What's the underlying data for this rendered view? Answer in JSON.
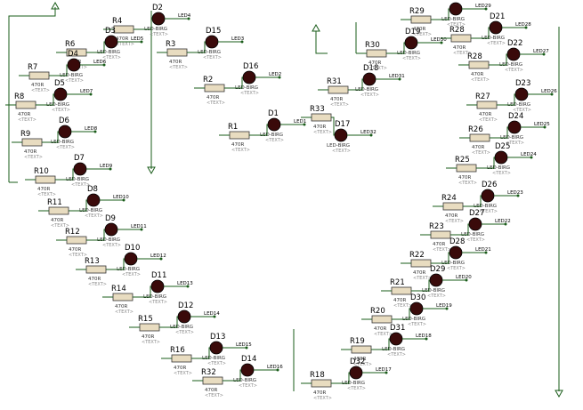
{
  "placeholder_text": "<TEXT>",
  "resistor_value": "470R",
  "led_model": "LED-BIRG",
  "components": [
    {
      "r": "R4",
      "d": "D2",
      "net": "LED4"
    },
    {
      "r": "R6",
      "d": "D3",
      "net": "LED5"
    },
    {
      "r": "R7",
      "d": "D4",
      "net": "LED6"
    },
    {
      "r": "R8",
      "d": "D5",
      "net": "LED7"
    },
    {
      "r": "R9",
      "d": "D6",
      "net": "LED8"
    },
    {
      "r": "R10",
      "d": "D7",
      "net": "LED9"
    },
    {
      "r": "R11",
      "d": "D8",
      "net": "LED10"
    },
    {
      "r": "R12",
      "d": "D9",
      "net": "LED11"
    },
    {
      "r": "R13",
      "d": "D10",
      "net": "LED12"
    },
    {
      "r": "R14",
      "d": "D11",
      "net": "LED13"
    },
    {
      "r": "R15",
      "d": "D12",
      "net": "LED14"
    },
    {
      "r": "R16",
      "d": "D13",
      "net": "LED15"
    },
    {
      "r": "R32",
      "d": "D14",
      "net": "LED16"
    },
    {
      "r": "R3",
      "d": "D15",
      "net": "LED3"
    },
    {
      "r": "R2",
      "d": "D16",
      "net": "LED2"
    },
    {
      "r": "R1",
      "d": "D1",
      "net": "LED1"
    },
    {
      "r": "R33",
      "d": "D17",
      "net": "LED32"
    },
    {
      "r": "R31",
      "d": "D18",
      "net": "LED31"
    },
    {
      "r": "R30",
      "d": "D19",
      "net": "LED30"
    },
    {
      "r": "R29",
      "d": "D20",
      "net": "LED29"
    },
    {
      "r": "R28",
      "d": "D21",
      "net": "LED28"
    },
    {
      "r": "R28",
      "d": "D22",
      "net": "LED27"
    },
    {
      "r": "R27",
      "d": "D23",
      "net": "LED26"
    },
    {
      "r": "R26",
      "d": "D24",
      "net": "LED25"
    },
    {
      "r": "R25",
      "d": "D25",
      "net": "LED24"
    },
    {
      "r": "R24",
      "d": "D26",
      "net": "LED23"
    },
    {
      "r": "R23",
      "d": "D27",
      "net": "LED22"
    },
    {
      "r": "R22",
      "d": "D28",
      "net": "LED21"
    },
    {
      "r": "R21",
      "d": "D29",
      "net": "LED20"
    },
    {
      "r": "R20",
      "d": "D30",
      "net": "LED19"
    },
    {
      "r": "R19",
      "d": "D31",
      "net": "LED18"
    },
    {
      "r": "R18",
      "d": "D32",
      "net": "LED17"
    }
  ],
  "colors": {
    "wire": "#1a5c1a",
    "resistor": "#e8dcc0",
    "led": "#3a0a0a"
  }
}
